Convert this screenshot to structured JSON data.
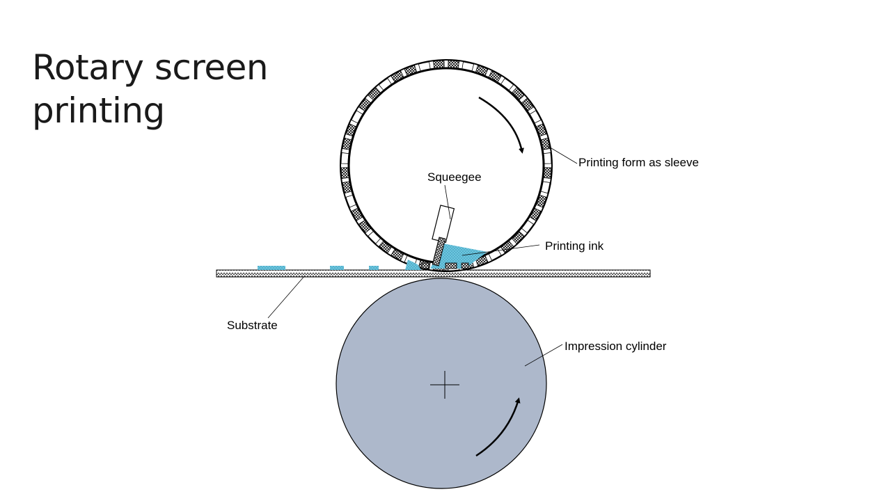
{
  "slide": {
    "title_line1": "Rotary screen",
    "title_line2": "printing"
  },
  "labels": {
    "sleeve": "Printing form as sleeve",
    "squeegee": "Squeegee",
    "ink": "Printing ink",
    "substrate": "Substrate",
    "impression": "Impression cylinder"
  },
  "colors": {
    "impression_cylinder": "#adb8cb",
    "ink": "#6cc6e0",
    "outline": "#000000"
  }
}
